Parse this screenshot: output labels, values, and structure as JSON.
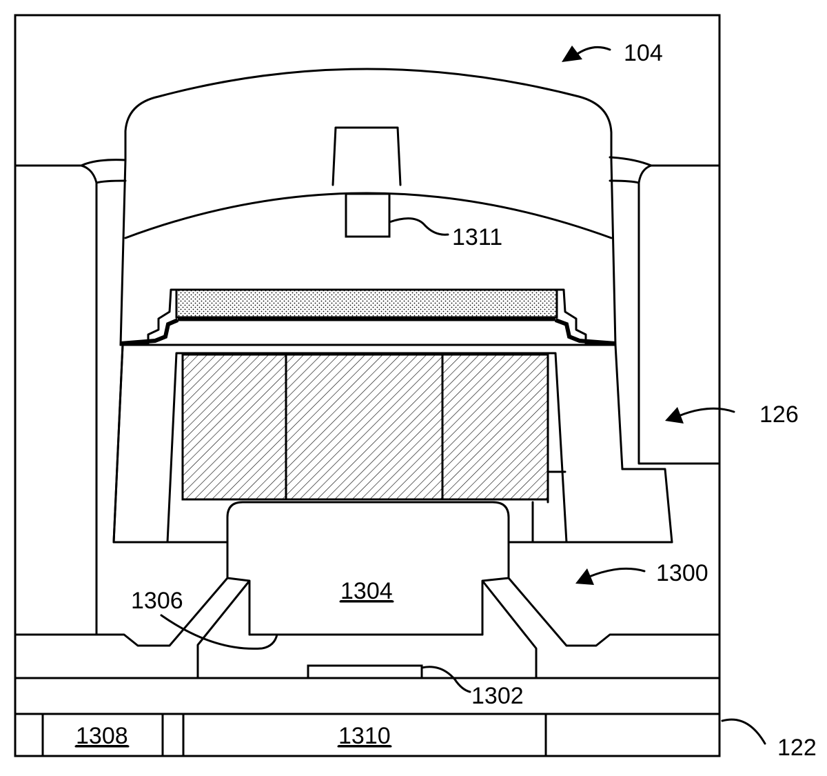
{
  "figure": {
    "type": "patent-cross-section",
    "labels": {
      "l104": "104",
      "l126": "126",
      "l1311": "1311",
      "l1300": "1300",
      "l1304": "1304",
      "l1306": "1306",
      "l1302": "1302",
      "l1308": "1308",
      "l1310": "1310",
      "l122": "122"
    },
    "underlined_labels": [
      "1304",
      "1308",
      "1310"
    ],
    "colors": {
      "line": "#000000",
      "background": "#ffffff"
    },
    "patterns": {
      "stipple": "dotted-layer",
      "hatch": "diagonal-hatched-blocks"
    }
  }
}
